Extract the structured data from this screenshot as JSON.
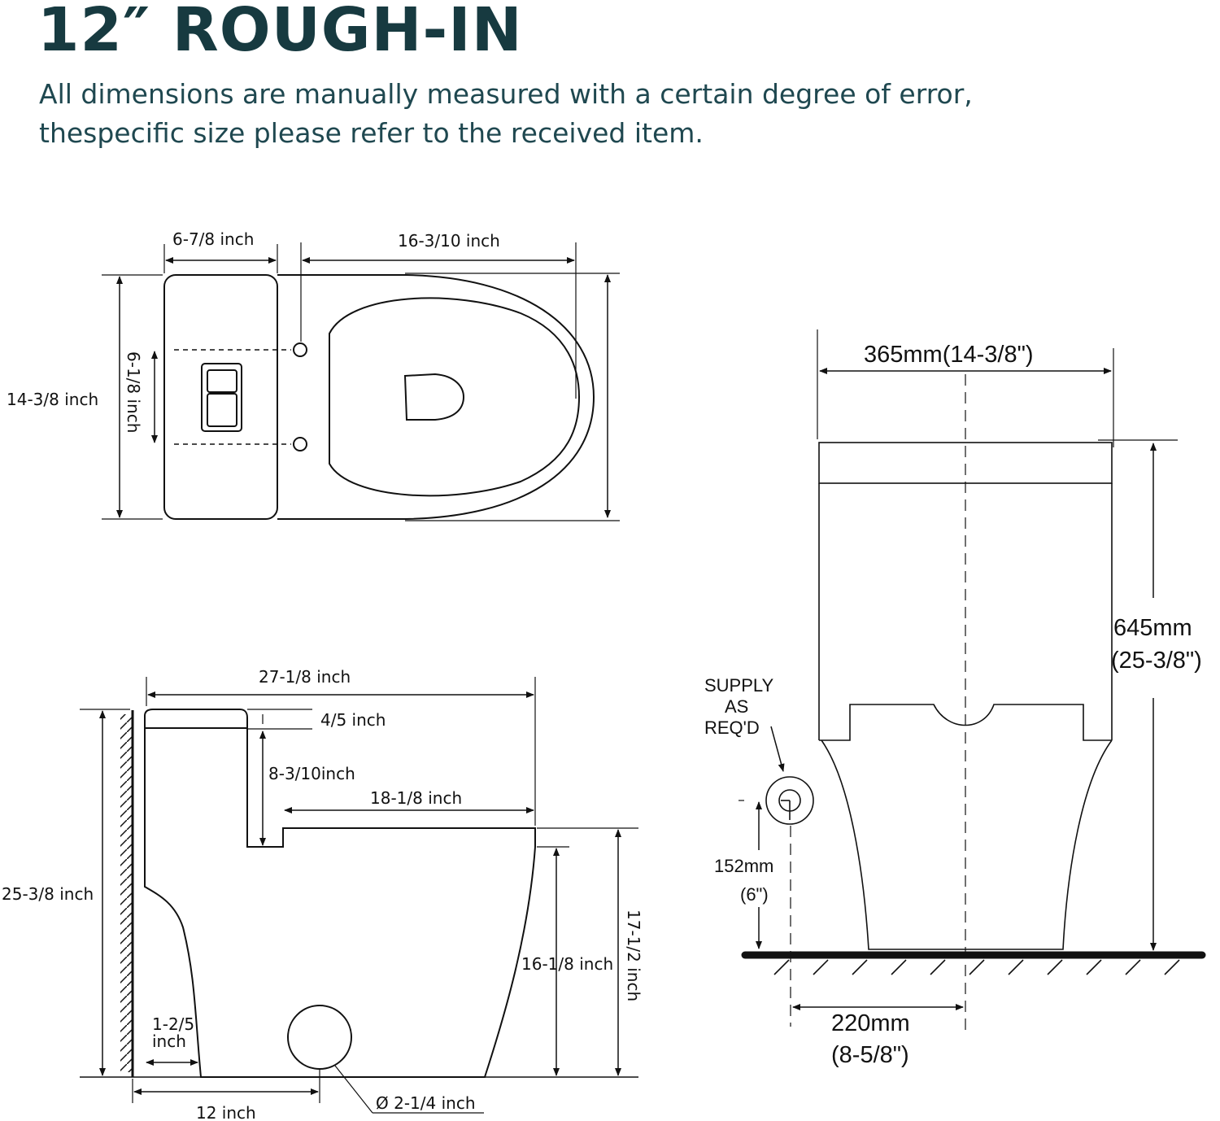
{
  "header": {
    "title": "12″ ROUGH-IN",
    "subtitle_line1": "All dimensions are manually measured with a certain degree of error,",
    "subtitle_line2": "thespecific size please refer to the received item."
  },
  "top_view": {
    "tank_width": "6-7/8 inch",
    "bowl_length": "16-3/10 inch",
    "overall_width": "14-3/8 inch",
    "bolt_spacing": "6-1/8 inch"
  },
  "side_view": {
    "overall_length": "27-1/8 inch",
    "lid_thickness": "4/5 inch",
    "tank_height_above_seat": "8-3/10inch",
    "seat_length": "18-1/8 inch",
    "overall_height": "25-3/8 inch",
    "seat_height": "17-1/2 inch",
    "bowl_rim_height": "16-1/8 inch",
    "wall_gap_line1": "1-2/5",
    "wall_gap_line2": "inch",
    "rough_in": "12 inch",
    "outlet_diameter": "Ø 2-1/4 inch"
  },
  "front_view": {
    "width": "365mm(14-3/8\")",
    "height_mm": "645mm",
    "height_in": "(25-3/8\")",
    "supply_line1": "SUPPLY",
    "supply_line2": "AS",
    "supply_line3": "REQ'D",
    "supply_height_mm": "152mm",
    "supply_height_in": "(6\")",
    "supply_offset_mm": "220mm",
    "supply_offset_in": "(8-5/8\")"
  },
  "colors": {
    "title": "#173a40",
    "lines": "#111111"
  }
}
